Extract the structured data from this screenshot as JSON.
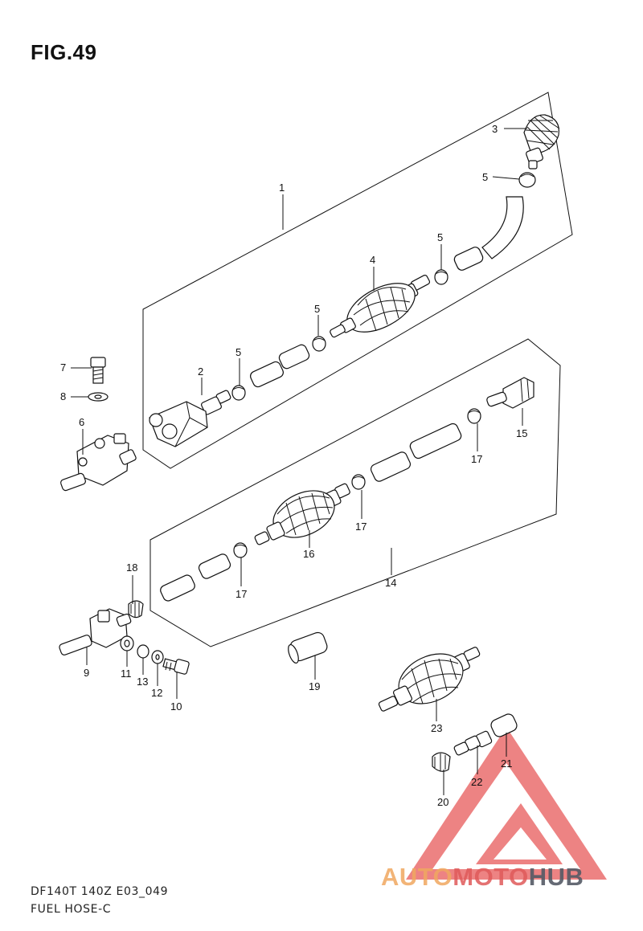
{
  "figure": {
    "title": "FIG.49"
  },
  "footer": {
    "code": "DF140T 140Z E03_049",
    "name": "FUEL HOSE-C"
  },
  "labels": {
    "n1": "1",
    "n2": "2",
    "n3": "3",
    "n4": "4",
    "n5a": "5",
    "n5b": "5",
    "n5c": "5",
    "n5d": "5",
    "n6": "6",
    "n7": "7",
    "n8": "8",
    "n9": "9",
    "n10": "10",
    "n11": "11",
    "n12": "12",
    "n13": "13",
    "n14": "14",
    "n15": "15",
    "n16": "16",
    "n17a": "17",
    "n17b": "17",
    "n17c": "17",
    "n18": "18",
    "n19": "19",
    "n20": "20",
    "n21": "21",
    "n22": "22",
    "n23": "23"
  },
  "watermark": {
    "part1": "AUTO",
    "part2": "MOTO",
    "part3": "HUB",
    "colors": {
      "auto": "#f0a860",
      "moto": "#e05a5a",
      "hub": "#555a66",
      "triangle": "#e85a5a"
    }
  }
}
